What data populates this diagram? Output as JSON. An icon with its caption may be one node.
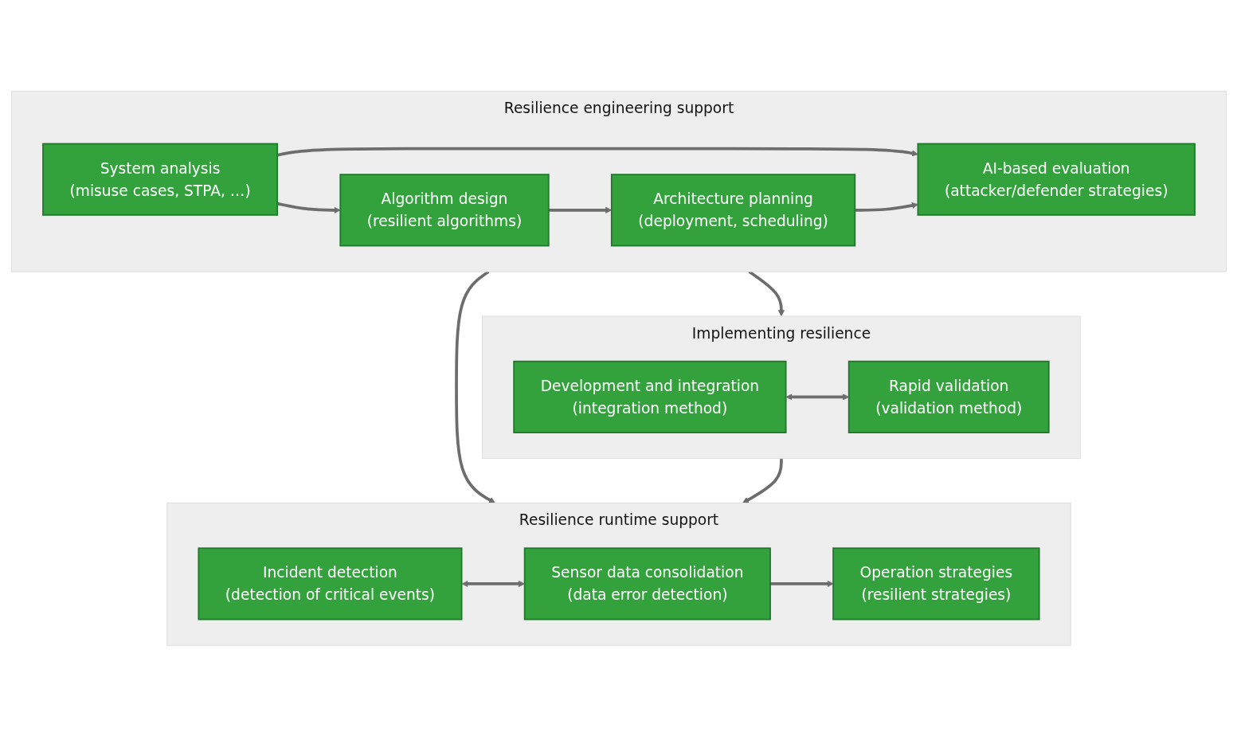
{
  "diagram": {
    "nodes": [
      {
        "text": [
          "Resilience engineering support"
        ]
      },
      {
        "text": [
          "System analysis",
          "(misuse cases, STPA, …)"
        ],
        "in": 0
      },
      {
        "text": [
          "AI-based evaluation",
          "(attacker/defender strategies)"
        ],
        "in": 0
      },
      {
        "text": [
          "Algorithm design",
          "(resilient algorithms)"
        ],
        "in": 0
      },
      {
        "text": [
          "Architecture planning",
          "(deployment, scheduling)"
        ],
        "in": 0
      },
      {
        "text": [
          "Implementing resilience"
        ]
      },
      {
        "text": [
          "Development and integration",
          "(integration method)"
        ],
        "in": 5
      },
      {
        "text": [
          "Rapid validation",
          "(validation method)"
        ],
        "in": 5
      },
      {
        "text": [
          "Resilience runtime support"
        ]
      },
      {
        "text": [
          "Incident detection",
          "(detection of critical events)"
        ],
        "in": 8
      },
      {
        "text": [
          "Sensor data consolidation",
          "(data error detection)"
        ],
        "in": 8
      },
      {
        "text": [
          "Operation strategies",
          "(resilient strategies)"
        ],
        "in": 8
      }
    ],
    "edges": [
      {
        "from": 1,
        "to": 2,
        "arrow": "to"
      },
      {
        "from": 1,
        "to": 3,
        "arrow": "to"
      },
      {
        "from": 3,
        "to": 4,
        "arrow": "to"
      },
      {
        "from": 4,
        "to": 2,
        "arrow": "to"
      },
      {
        "from": 0,
        "to": 5,
        "arrow": "to"
      },
      {
        "from": 6,
        "to": 7,
        "arrow": "both"
      },
      {
        "from": 0,
        "to": 8,
        "arrow": "to"
      },
      {
        "from": 5,
        "to": 8,
        "arrow": "to"
      },
      {
        "from": 9,
        "to": 10,
        "arrow": "both"
      },
      {
        "from": 10,
        "to": 11,
        "arrow": "to"
      }
    ]
  }
}
